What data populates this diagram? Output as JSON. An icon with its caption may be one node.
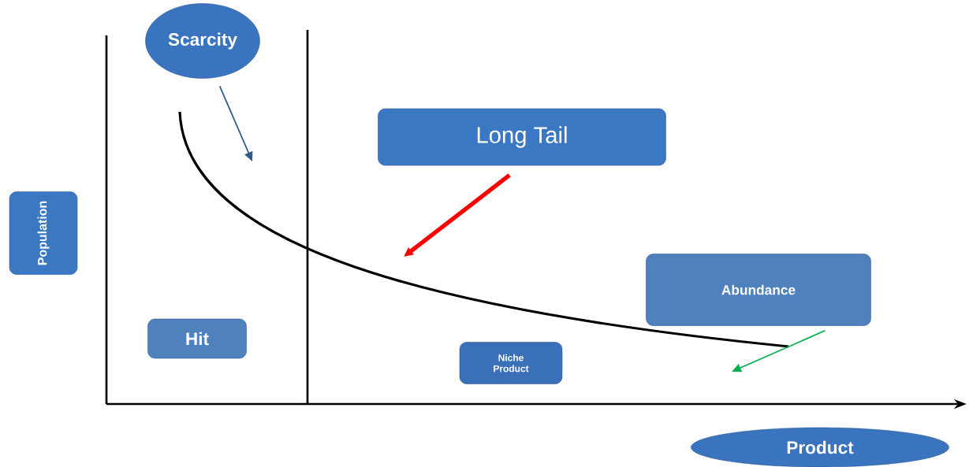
{
  "diagram": {
    "nodes": [
      {
        "text": [
          "Scarcity"
        ]
      },
      {
        "text": [
          "Long Tail"
        ]
      },
      {
        "text": [
          "Population"
        ]
      },
      {
        "text": [
          "Abundance"
        ]
      },
      {
        "text": [
          "Hit"
        ]
      },
      {
        "text": [
          "Niche Product"
        ]
      },
      {
        "text": [
          "Product"
        ]
      }
    ],
    "edges": [
      {
        "from": 0,
        "to": null,
        "arrow": "to",
        "color": "#2e5a8c"
      },
      {
        "from": 1,
        "to": null,
        "arrow": "to",
        "style": "thick",
        "color": "#ff0000"
      },
      {
        "from": 3,
        "to": null,
        "arrow": "to",
        "color": "#00b050"
      }
    ]
  }
}
